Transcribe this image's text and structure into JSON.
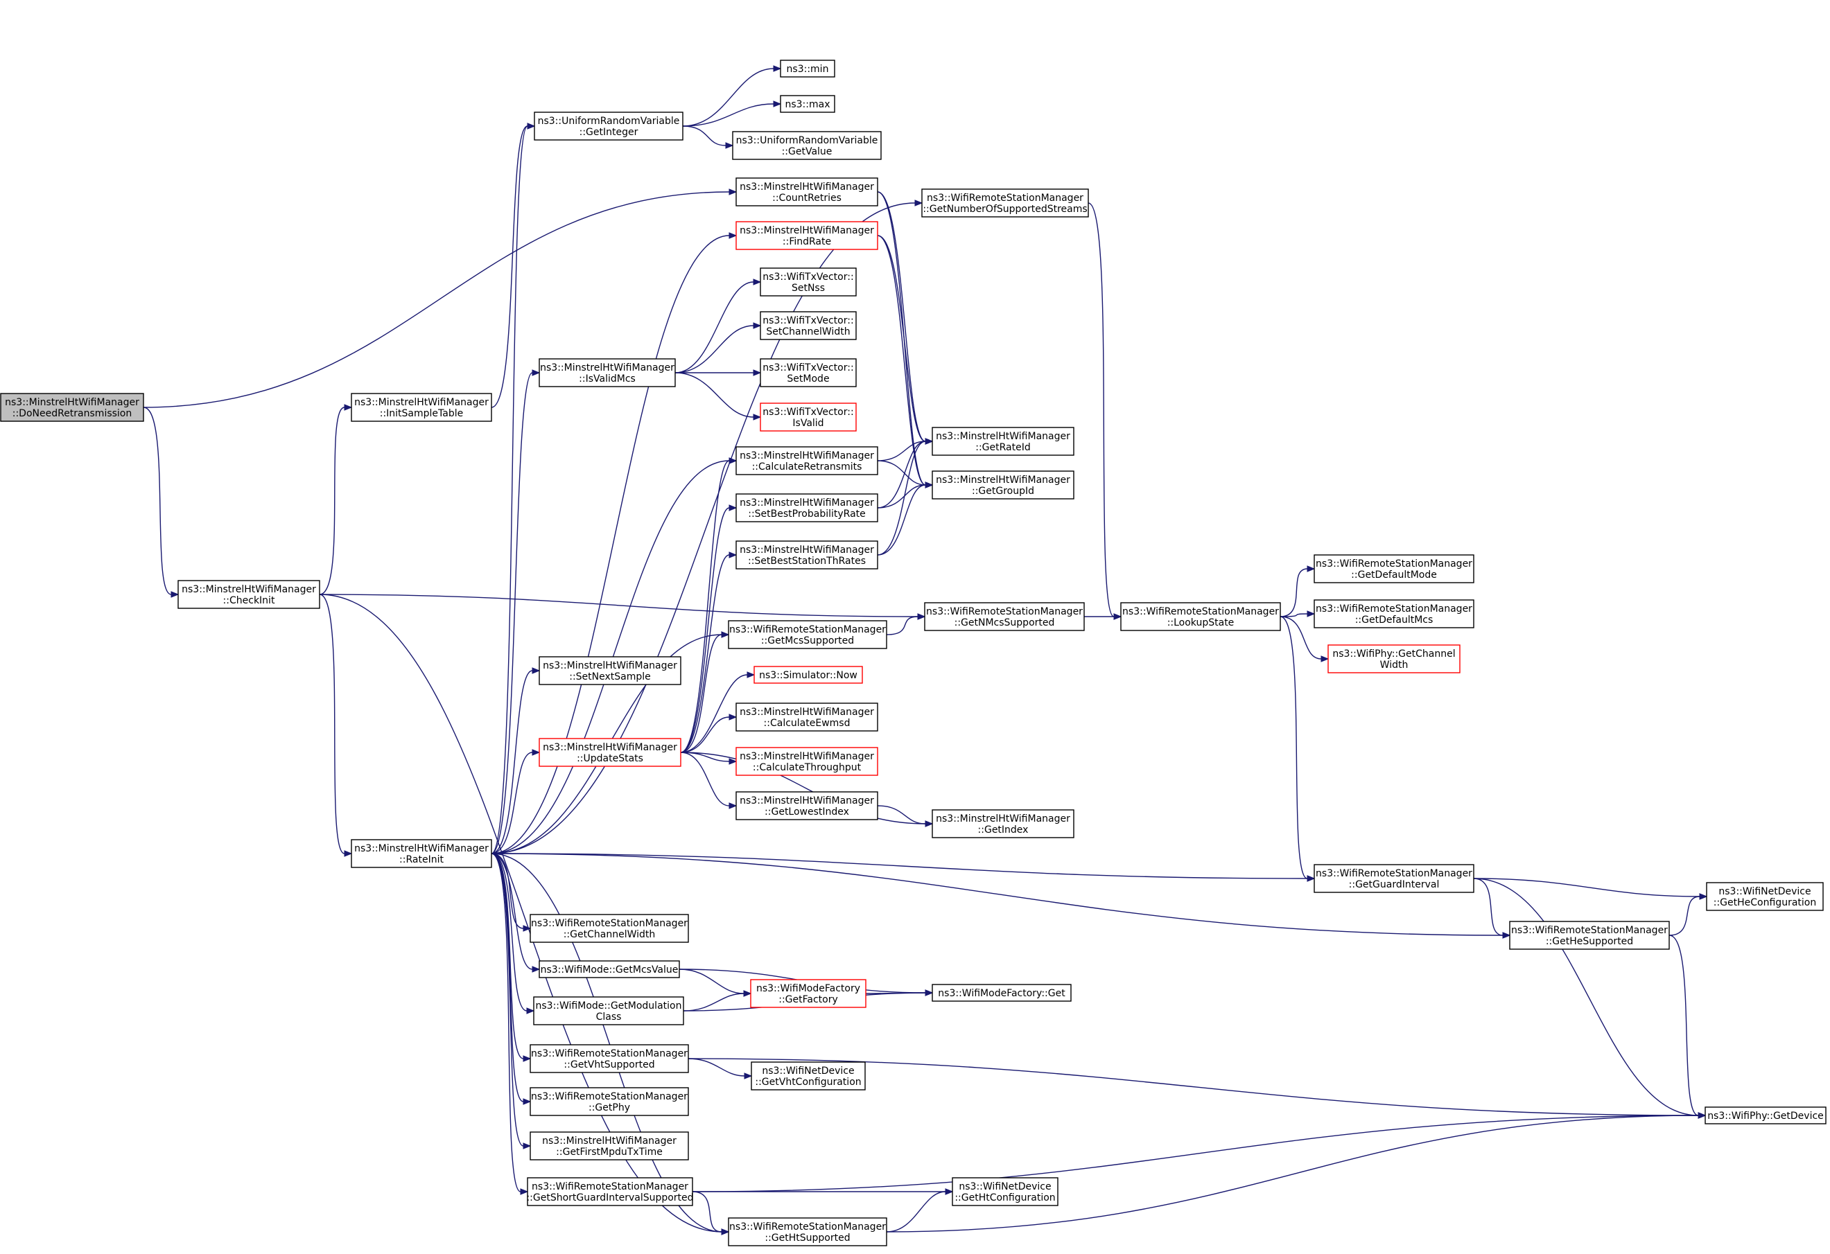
{
  "diagram": {
    "title": "",
    "edge_color": "#191970",
    "node_border": "#000000",
    "incomplete_node_border": "#ff0000",
    "root_fill": "#bfbfbf",
    "nodes": [
      {
        "id": "DoNeedRetransmission",
        "lines": [
          "ns3::MinstrelHtWifiManager",
          "::DoNeedRetransmission"
        ],
        "style": "root"
      },
      {
        "id": "CheckInit",
        "lines": [
          "ns3::MinstrelHtWifiManager",
          "::CheckInit"
        ],
        "style": "normal"
      },
      {
        "id": "InitSampleTable",
        "lines": [
          "ns3::MinstrelHtWifiManager",
          "::InitSampleTable"
        ],
        "style": "normal"
      },
      {
        "id": "RateInit",
        "lines": [
          "ns3::MinstrelHtWifiManager",
          "::RateInit"
        ],
        "style": "normal"
      },
      {
        "id": "GetInteger",
        "lines": [
          "ns3::UniformRandomVariable",
          "::GetInteger"
        ],
        "style": "normal"
      },
      {
        "id": "min",
        "lines": [
          "ns3::min"
        ],
        "style": "normal"
      },
      {
        "id": "max",
        "lines": [
          "ns3::max"
        ],
        "style": "normal"
      },
      {
        "id": "GetValue",
        "lines": [
          "ns3::UniformRandomVariable",
          "::GetValue"
        ],
        "style": "normal"
      },
      {
        "id": "CountRetries",
        "lines": [
          "ns3::MinstrelHtWifiManager",
          "::CountRetries"
        ],
        "style": "normal"
      },
      {
        "id": "FindRate",
        "lines": [
          "ns3::MinstrelHtWifiManager",
          "::FindRate"
        ],
        "style": "incomplete"
      },
      {
        "id": "SetNss",
        "lines": [
          "ns3::WifiTxVector::",
          "SetNss"
        ],
        "style": "normal"
      },
      {
        "id": "SetChannelWidth",
        "lines": [
          "ns3::WifiTxVector::",
          "SetChannelWidth"
        ],
        "style": "normal"
      },
      {
        "id": "IsValidMcs",
        "lines": [
          "ns3::MinstrelHtWifiManager",
          "::IsValidMcs"
        ],
        "style": "normal"
      },
      {
        "id": "SetMode",
        "lines": [
          "ns3::WifiTxVector::",
          "SetMode"
        ],
        "style": "normal"
      },
      {
        "id": "IsValid",
        "lines": [
          "ns3::WifiTxVector::",
          "IsValid"
        ],
        "style": "incomplete"
      },
      {
        "id": "GetNumberOfSupportedStreams",
        "lines": [
          "ns3::WifiRemoteStationManager",
          "::GetNumberOfSupportedStreams"
        ],
        "style": "normal"
      },
      {
        "id": "GetRateId",
        "lines": [
          "ns3::MinstrelHtWifiManager",
          "::GetRateId"
        ],
        "style": "normal"
      },
      {
        "id": "GetGroupId",
        "lines": [
          "ns3::MinstrelHtWifiManager",
          "::GetGroupId"
        ],
        "style": "normal"
      },
      {
        "id": "CalculateRetransmits",
        "lines": [
          "ns3::MinstrelHtWifiManager",
          "::CalculateRetransmits"
        ],
        "style": "normal"
      },
      {
        "id": "SetBestProbabilityRate",
        "lines": [
          "ns3::MinstrelHtWifiManager",
          "::SetBestProbabilityRate"
        ],
        "style": "normal"
      },
      {
        "id": "SetBestStationThRates",
        "lines": [
          "ns3::MinstrelHtWifiManager",
          "::SetBestStationThRates"
        ],
        "style": "normal"
      },
      {
        "id": "GetMcsSupported",
        "lines": [
          "ns3::WifiRemoteStationManager",
          "::GetMcsSupported"
        ],
        "style": "normal"
      },
      {
        "id": "GetNMcsSupported",
        "lines": [
          "ns3::WifiRemoteStationManager",
          "::GetNMcsSupported"
        ],
        "style": "normal"
      },
      {
        "id": "LookupState",
        "lines": [
          "ns3::WifiRemoteStationManager",
          "::LookupState"
        ],
        "style": "normal"
      },
      {
        "id": "GetDefaultMode",
        "lines": [
          "ns3::WifiRemoteStationManager",
          "::GetDefaultMode"
        ],
        "style": "normal"
      },
      {
        "id": "GetDefaultMcs",
        "lines": [
          "ns3::WifiRemoteStationManager",
          "::GetDefaultMcs"
        ],
        "style": "normal"
      },
      {
        "id": "GetChannelWidthPhy",
        "lines": [
          "ns3::WifiPhy::GetChannel",
          "Width"
        ],
        "style": "incomplete"
      },
      {
        "id": "SetNextSample",
        "lines": [
          "ns3::MinstrelHtWifiManager",
          "::SetNextSample"
        ],
        "style": "normal"
      },
      {
        "id": "Now",
        "lines": [
          "ns3::Simulator::Now"
        ],
        "style": "incomplete"
      },
      {
        "id": "UpdateStats",
        "lines": [
          "ns3::MinstrelHtWifiManager",
          "::UpdateStats"
        ],
        "style": "incomplete"
      },
      {
        "id": "CalculateEwmsd",
        "lines": [
          "ns3::MinstrelHtWifiManager",
          "::CalculateEwmsd"
        ],
        "style": "normal"
      },
      {
        "id": "CalculateThroughput",
        "lines": [
          "ns3::MinstrelHtWifiManager",
          "::CalculateThroughput"
        ],
        "style": "incomplete"
      },
      {
        "id": "GetLowestIndex",
        "lines": [
          "ns3::MinstrelHtWifiManager",
          "::GetLowestIndex"
        ],
        "style": "normal"
      },
      {
        "id": "GetIndex",
        "lines": [
          "ns3::MinstrelHtWifiManager",
          "::GetIndex"
        ],
        "style": "normal"
      },
      {
        "id": "GetGuardInterval",
        "lines": [
          "ns3::WifiRemoteStationManager",
          "::GetGuardInterval"
        ],
        "style": "normal"
      },
      {
        "id": "GetHeConfiguration",
        "lines": [
          "ns3::WifiNetDevice",
          "::GetHeConfiguration"
        ],
        "style": "normal"
      },
      {
        "id": "GetHeSupported",
        "lines": [
          "ns3::WifiRemoteStationManager",
          "::GetHeSupported"
        ],
        "style": "normal"
      },
      {
        "id": "GetChannelWidth",
        "lines": [
          "ns3::WifiRemoteStationManager",
          "::GetChannelWidth"
        ],
        "style": "normal"
      },
      {
        "id": "GetMcsValue",
        "lines": [
          "ns3::WifiMode::GetMcsValue"
        ],
        "style": "normal"
      },
      {
        "id": "GetFactory",
        "lines": [
          "ns3::WifiModeFactory",
          "::GetFactory"
        ],
        "style": "incomplete"
      },
      {
        "id": "FactoryGet",
        "lines": [
          "ns3::WifiModeFactory::Get"
        ],
        "style": "normal"
      },
      {
        "id": "GetModulationClass",
        "lines": [
          "ns3::WifiMode::GetModulation",
          "Class"
        ],
        "style": "normal"
      },
      {
        "id": "GetVhtSupported",
        "lines": [
          "ns3::WifiRemoteStationManager",
          "::GetVhtSupported"
        ],
        "style": "normal"
      },
      {
        "id": "GetVhtConfiguration",
        "lines": [
          "ns3::WifiNetDevice",
          "::GetVhtConfiguration"
        ],
        "style": "normal"
      },
      {
        "id": "GetDevice",
        "lines": [
          "ns3::WifiPhy::GetDevice"
        ],
        "style": "normal"
      },
      {
        "id": "GetPhy",
        "lines": [
          "ns3::WifiRemoteStationManager",
          "::GetPhy"
        ],
        "style": "normal"
      },
      {
        "id": "GetFirstMpduTxTime",
        "lines": [
          "ns3::MinstrelHtWifiManager",
          "::GetFirstMpduTxTime"
        ],
        "style": "normal"
      },
      {
        "id": "GetShortGuardIntervalSupported",
        "lines": [
          "ns3::WifiRemoteStationManager",
          "::GetShortGuardIntervalSupported"
        ],
        "style": "normal"
      },
      {
        "id": "GetHtConfiguration",
        "lines": [
          "ns3::WifiNetDevice",
          "::GetHtConfiguration"
        ],
        "style": "normal"
      },
      {
        "id": "GetHtSupported",
        "lines": [
          "ns3::WifiRemoteStationManager",
          "::GetHtSupported"
        ],
        "style": "normal"
      }
    ],
    "edges": [
      [
        "DoNeedRetransmission",
        "CountRetries"
      ],
      [
        "DoNeedRetransmission",
        "CheckInit"
      ],
      [
        "CheckInit",
        "InitSampleTable"
      ],
      [
        "CheckInit",
        "RateInit"
      ],
      [
        "CheckInit",
        "GetNMcsSupported"
      ],
      [
        "CheckInit",
        "GetHtSupported"
      ],
      [
        "InitSampleTable",
        "GetInteger"
      ],
      [
        "GetInteger",
        "min"
      ],
      [
        "GetInteger",
        "max"
      ],
      [
        "GetInteger",
        "GetValue"
      ],
      [
        "CountRetries",
        "GetRateId"
      ],
      [
        "CountRetries",
        "GetGroupId"
      ],
      [
        "FindRate",
        "GetRateId"
      ],
      [
        "FindRate",
        "GetGroupId"
      ],
      [
        "IsValidMcs",
        "SetNss"
      ],
      [
        "IsValidMcs",
        "SetChannelWidth"
      ],
      [
        "IsValidMcs",
        "SetMode"
      ],
      [
        "IsValidMcs",
        "IsValid"
      ],
      [
        "CalculateRetransmits",
        "GetRateId"
      ],
      [
        "CalculateRetransmits",
        "GetGroupId"
      ],
      [
        "SetBestProbabilityRate",
        "GetRateId"
      ],
      [
        "SetBestProbabilityRate",
        "GetGroupId"
      ],
      [
        "SetBestStationThRates",
        "GetRateId"
      ],
      [
        "SetBestStationThRates",
        "GetGroupId"
      ],
      [
        "GetMcsSupported",
        "GetNMcsSupported"
      ],
      [
        "GetNMcsSupported",
        "LookupState"
      ],
      [
        "GetNumberOfSupportedStreams",
        "LookupState"
      ],
      [
        "LookupState",
        "GetDefaultMode"
      ],
      [
        "LookupState",
        "GetDefaultMcs"
      ],
      [
        "LookupState",
        "GetChannelWidthPhy"
      ],
      [
        "LookupState",
        "GetGuardInterval"
      ],
      [
        "RateInit",
        "GetNumberOfSupportedStreams"
      ],
      [
        "RateInit",
        "GetInteger"
      ],
      [
        "RateInit",
        "FindRate"
      ],
      [
        "RateInit",
        "IsValidMcs"
      ],
      [
        "RateInit",
        "CalculateRetransmits"
      ],
      [
        "RateInit",
        "GetMcsSupported"
      ],
      [
        "RateInit",
        "SetNextSample"
      ],
      [
        "RateInit",
        "UpdateStats"
      ],
      [
        "RateInit",
        "GetGuardInterval"
      ],
      [
        "RateInit",
        "GetHeSupported"
      ],
      [
        "RateInit",
        "GetChannelWidth"
      ],
      [
        "RateInit",
        "GetMcsValue"
      ],
      [
        "RateInit",
        "GetModulationClass"
      ],
      [
        "RateInit",
        "GetVhtSupported"
      ],
      [
        "RateInit",
        "GetPhy"
      ],
      [
        "RateInit",
        "GetFirstMpduTxTime"
      ],
      [
        "RateInit",
        "GetShortGuardIntervalSupported"
      ],
      [
        "RateInit",
        "GetHtSupported"
      ],
      [
        "UpdateStats",
        "CalculateRetransmits"
      ],
      [
        "UpdateStats",
        "SetBestProbabilityRate"
      ],
      [
        "UpdateStats",
        "SetBestStationThRates"
      ],
      [
        "UpdateStats",
        "GetMcsSupported"
      ],
      [
        "UpdateStats",
        "Now"
      ],
      [
        "UpdateStats",
        "CalculateEwmsd"
      ],
      [
        "UpdateStats",
        "CalculateThroughput"
      ],
      [
        "UpdateStats",
        "GetLowestIndex"
      ],
      [
        "UpdateStats",
        "GetIndex"
      ],
      [
        "GetLowestIndex",
        "GetIndex"
      ],
      [
        "GetGuardInterval",
        "GetHeConfiguration"
      ],
      [
        "GetGuardInterval",
        "GetHeSupported"
      ],
      [
        "GetGuardInterval",
        "GetDevice"
      ],
      [
        "GetHeSupported",
        "GetHeConfiguration"
      ],
      [
        "GetHeSupported",
        "GetDevice"
      ],
      [
        "GetMcsValue",
        "GetFactory"
      ],
      [
        "GetMcsValue",
        "FactoryGet"
      ],
      [
        "GetModulationClass",
        "GetFactory"
      ],
      [
        "GetModulationClass",
        "FactoryGet"
      ],
      [
        "GetFactory",
        "FactoryGet"
      ],
      [
        "GetVhtSupported",
        "GetVhtConfiguration"
      ],
      [
        "GetVhtSupported",
        "GetDevice"
      ],
      [
        "GetShortGuardIntervalSupported",
        "GetDevice"
      ],
      [
        "GetShortGuardIntervalSupported",
        "GetHtConfiguration"
      ],
      [
        "GetShortGuardIntervalSupported",
        "GetHtSupported"
      ],
      [
        "GetHtSupported",
        "GetHtConfiguration"
      ],
      [
        "GetHtSupported",
        "GetDevice"
      ]
    ]
  }
}
